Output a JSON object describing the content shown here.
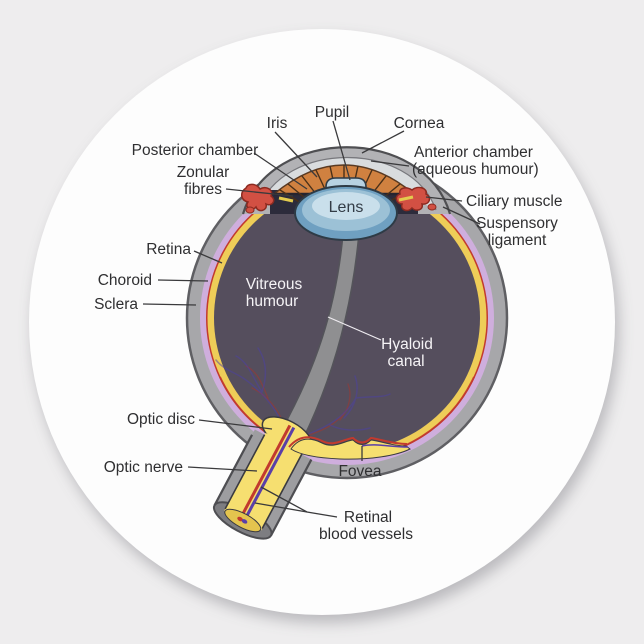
{
  "sticker": {
    "shape": "round classic sticker",
    "background_color": "#eeedee",
    "face_color": "#fdfdfd"
  },
  "diagram": {
    "subject": "Cross-section anatomy of the human eye",
    "colors": {
      "background": "#eeedee",
      "sticker_face": "#fdfdfd",
      "sclera_gray": "#a7a7aa",
      "cornea_gray": "#b2b2b5",
      "anterior_chamber_gray": "#d9dcde",
      "choroid_lavender": "#cfaedd",
      "retina_yellow": "#eecd58",
      "vitreous_purple": "#554e5d",
      "iris_orange": "#d08140",
      "ciliary_red": "#d25043",
      "lens_blue": "#6fa0c1",
      "lens_mid_blue": "#9cc1d6",
      "lens_highlight": "#c9dfeb",
      "pupil_blue": "#b7d2e2",
      "optic_nerve_yellow": "#f6df70",
      "nerve_sheath_gray": "#9d9da0",
      "hyaloid_gray": "#8f8f91",
      "vessel_red": "#c23a2e",
      "vessel_blue": "#5a3fa8",
      "outline_dark": "#4e4e52",
      "label_dark": "#2f2f31",
      "label_light": "#f5f3f6"
    },
    "labels": {
      "pupil": {
        "text": "Pupil"
      },
      "iris": {
        "text": "Iris"
      },
      "cornea": {
        "text": "Cornea"
      },
      "posterior_chamber": {
        "text": "Posterior chamber"
      },
      "zonular_fibres": {
        "line1": "Zonular",
        "line2": "fibres"
      },
      "anterior_chamber": {
        "line1": "Anterior chamber",
        "line2": "(aqueous humour)"
      },
      "ciliary_muscle": {
        "text": "Ciliary muscle"
      },
      "suspensory_ligament": {
        "line1": "Suspensory",
        "line2": "ligament"
      },
      "retina": {
        "text": "Retina"
      },
      "choroid": {
        "text": "Choroid"
      },
      "sclera": {
        "text": "Sclera"
      },
      "vitreous_humour": {
        "line1": "Vitreous",
        "line2": "humour"
      },
      "hyaloid_canal": {
        "line1": "Hyaloid",
        "line2": "canal"
      },
      "optic_disc": {
        "text": "Optic disc"
      },
      "optic_nerve": {
        "text": "Optic nerve"
      },
      "fovea": {
        "text": "Fovea"
      },
      "retinal_blood_vessels": {
        "line1": "Retinal",
        "line2": "blood vessels"
      },
      "lens": {
        "text": "Lens"
      }
    }
  }
}
